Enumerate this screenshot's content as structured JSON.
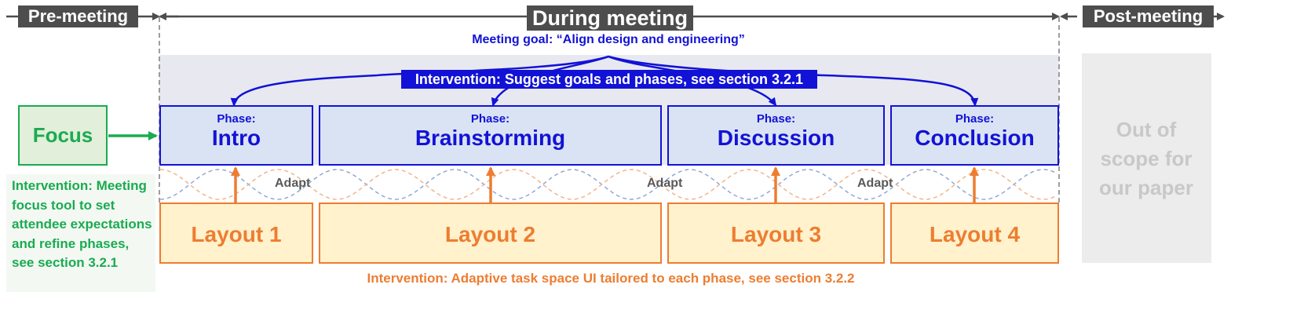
{
  "stages": {
    "pre": "Pre-meeting",
    "during": "During meeting",
    "post": "Post-meeting"
  },
  "meeting_goal": "Meeting goal: “Align design and engineering”",
  "intervention_goals": "Intervention: Suggest goals and phases, see section 3.2.1",
  "phase_prefix": "Phase:",
  "phases": [
    "Intro",
    "Brainstorming",
    "Discussion",
    "Conclusion"
  ],
  "layouts": [
    "Layout 1",
    "Layout 2",
    "Layout 3",
    "Layout 4"
  ],
  "adapt_label": "Adapt",
  "focus": {
    "label": "Focus",
    "intervention": "Intervention: Meeting focus tool to set attendee expectations and refine phases, see section 3.2.1"
  },
  "intervention_layout": "Intervention: Adaptive task space UI tailored to each phase, see section 3.2.2",
  "out_of_scope": "Out of scope for our paper",
  "colors": {
    "blue": "#1212d6",
    "orange": "#ed7d31",
    "green": "#1aab50",
    "dark_gray": "#4d4d4d",
    "phase_fill": "#dae3f3",
    "layout_fill": "#fff2cc",
    "band_fill": "#e8e9f0"
  }
}
